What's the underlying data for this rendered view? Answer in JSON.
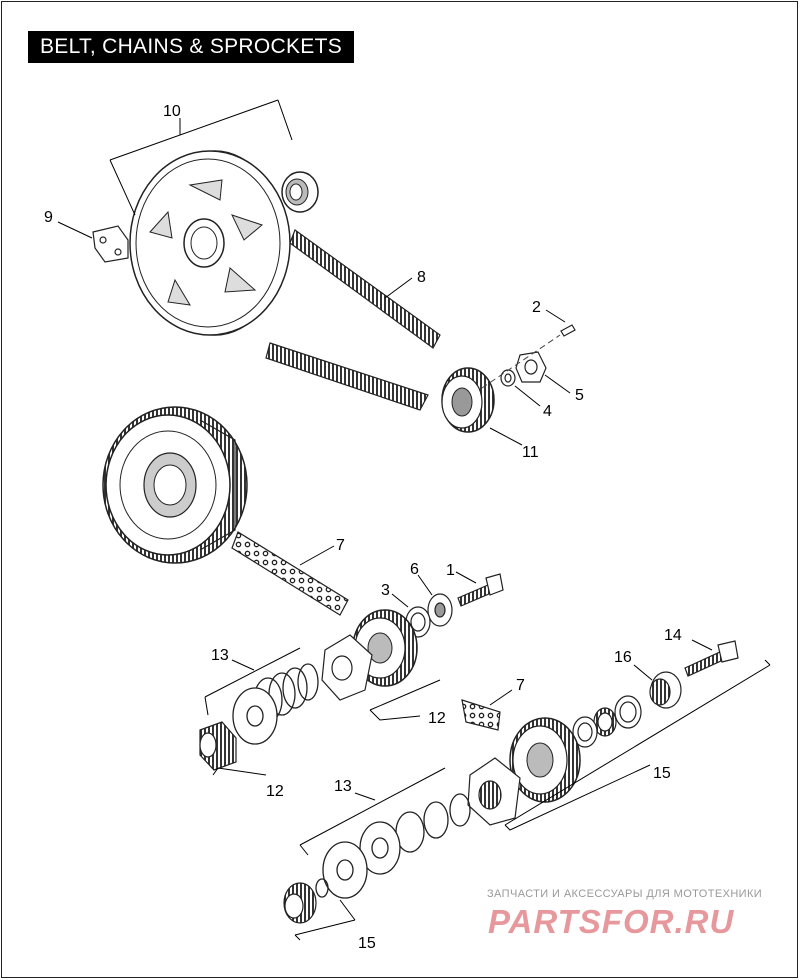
{
  "header": {
    "title": "BELT, CHAINS & SPROCKETS"
  },
  "callouts": {
    "c1": "1",
    "c2": "2",
    "c3": "3",
    "c4": "4",
    "c5": "5",
    "c6": "6",
    "c7a": "7",
    "c7b": "7",
    "c8": "8",
    "c9": "9",
    "c10": "10",
    "c11": "11",
    "c12a": "12",
    "c12b": "12",
    "c13a": "13",
    "c13b": "13",
    "c14": "14",
    "c15a": "15",
    "c15b": "15",
    "c16": "16"
  },
  "watermark": {
    "text": "ЗАПЧАСТИ И АКСЕССУАРЫ ДЛЯ МОТОТЕХНИКИ",
    "logo": "PARTSFOR.RU"
  }
}
